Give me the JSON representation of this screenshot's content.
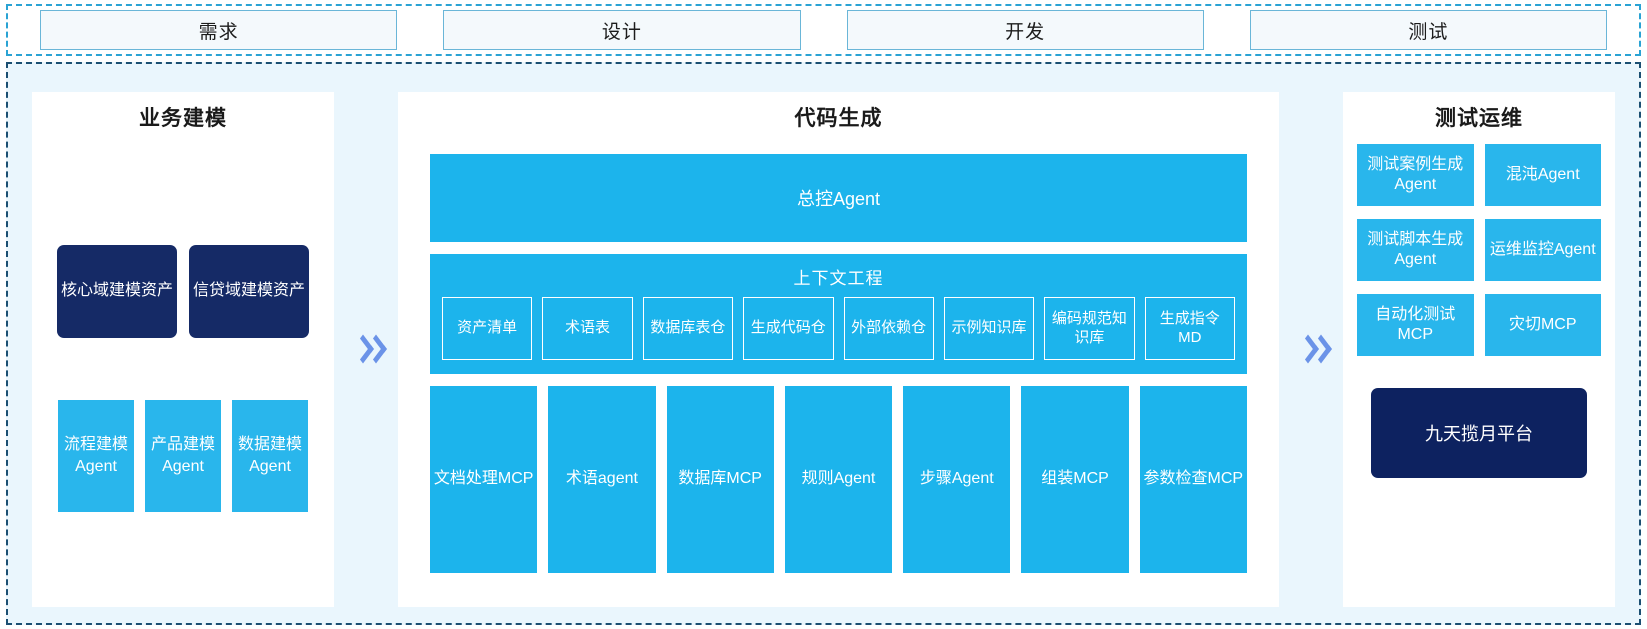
{
  "phases": {
    "items": [
      {
        "label": "需求"
      },
      {
        "label": "设计"
      },
      {
        "label": "开发"
      },
      {
        "label": "测试"
      }
    ]
  },
  "colors": {
    "cyan": "#1cb4ec",
    "cyan_light": "#29b6ec",
    "navy": "#152a66",
    "navy_dark": "#0d2260",
    "panel_bg": "#eaf6fd",
    "phase_border": "#6ab6d8",
    "dashed_border": "#1b4f72",
    "arrow": "#6b93e8"
  },
  "left_panel": {
    "title": "业务建模",
    "assets": [
      {
        "label": "核心域建模资产"
      },
      {
        "label": "信贷域建模资产"
      }
    ],
    "agents": [
      {
        "label": "流程建模Agent"
      },
      {
        "label": "产品建模Agent"
      },
      {
        "label": "数据建模Agent"
      }
    ]
  },
  "center_panel": {
    "title": "代码生成",
    "master_agent": "总控Agent",
    "context": {
      "title": "上下文工程",
      "items": [
        {
          "label": "资产清单"
        },
        {
          "label": "术语表"
        },
        {
          "label": "数据库表仓"
        },
        {
          "label": "生成代码仓"
        },
        {
          "label": "外部依赖仓"
        },
        {
          "label": "示例知识库"
        },
        {
          "label": "编码规范知识库"
        },
        {
          "label": "生成指令MD"
        }
      ]
    },
    "tools": [
      {
        "label": "文档处理MCP"
      },
      {
        "label": "术语agent"
      },
      {
        "label": "数据库MCP"
      },
      {
        "label": "规则Agent"
      },
      {
        "label": "步骤Agent"
      },
      {
        "label": "组装MCP"
      },
      {
        "label": "参数检查MCP"
      }
    ]
  },
  "right_panel": {
    "title": "测试运维",
    "cells": [
      {
        "label": "测试案例生成Agent"
      },
      {
        "label": "混沌Agent"
      },
      {
        "label": "测试脚本生成Agent"
      },
      {
        "label": "运维监控Agent"
      },
      {
        "label": "自动化测试MCP"
      },
      {
        "label": "灾切MCP"
      }
    ],
    "platform": "九天揽月平台"
  },
  "arrows": {
    "glyph": "chevron-double-right-icon",
    "count": 2
  }
}
